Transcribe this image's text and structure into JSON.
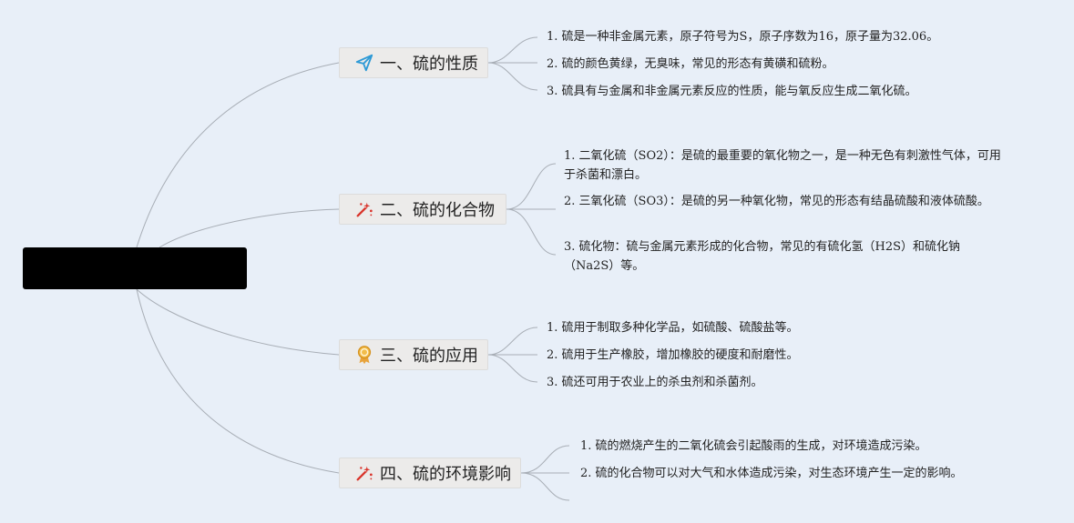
{
  "root": {
    "label": ""
  },
  "branches": [
    {
      "icon": "paper-plane-icon",
      "label": "一、硫的性质",
      "items": [
        "1. 硫是一种非金属元素，原子符号为S，原子序数为16，原子量为32.06。",
        "2. 硫的颜色黄绿，无臭味，常见的形态有黄磺和硫粉。",
        "3. 硫具有与金属和非金属元素反应的性质，能与氧反应生成二氧化硫。"
      ]
    },
    {
      "icon": "sparkle-wand-icon",
      "label": "二、硫的化合物",
      "items": [
        "1. 二氧化硫（SO2）：是硫的最重要的氧化物之一，是一种无色有刺激性气体，可用于杀菌和漂白。",
        "2. 三氧化硫（SO3）：是硫的另一种氧化物，常见的形态有结晶硫酸和液体硫酸。",
        "3. 硫化物：硫与金属元素形成的化合物，常见的有硫化氢（H2S）和硫化钠（Na2S）等。"
      ]
    },
    {
      "icon": "award-medal-icon",
      "label": "三、硫的应用",
      "items": [
        "1. 硫用于制取多种化学品，如硫酸、硫酸盐等。",
        "2. 硫用于生产橡胶，增加橡胶的硬度和耐磨性。",
        "3. 硫还可用于农业上的杀虫剂和杀菌剂。"
      ]
    },
    {
      "icon": "sparkle-wand-icon",
      "label": "四、硫的环境影响",
      "items": [
        "1. 硫的燃烧产生的二氧化硫会引起酸雨的生成，对环境造成污染。",
        "2. 硫的化合物可以对大气和水体造成污染，对生态环境产生一定的影响。"
      ]
    }
  ]
}
